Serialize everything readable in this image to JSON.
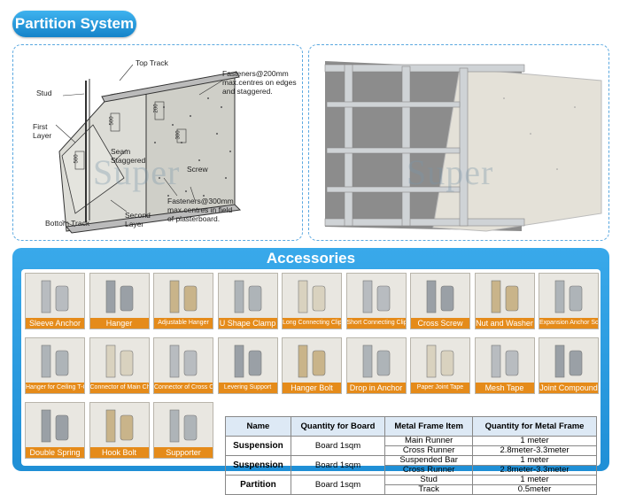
{
  "title": "Partition System",
  "watermark": "Super",
  "diagram": {
    "labels": {
      "top_track": "Top Track",
      "stud": "Stud",
      "first_layer": "First\nLayer",
      "fasteners_edges": "Fasteners@200mm\nmax.centres on edges\nand staggered.",
      "seam_staggered": "Seam\nStaggered",
      "screw": "Screw",
      "second_layer": "Second\nLayer",
      "bottom_track": "Bottom Track",
      "fasteners_field": "Fasteners@300mm\nmax.centres in field\nof plasterboard.",
      "dim_a": "500",
      "dim_b": "200",
      "dim_c": "300",
      "dim_d": "500"
    }
  },
  "accessories": {
    "title": "Accessories",
    "row1": [
      "Sleeve Anchor",
      "Hanger",
      "Adjustable Hanger",
      "U Shape Clamp",
      "Long Connecting Clip",
      "Short Connecting Clip",
      "Cross Screw",
      "Nut and Washer",
      "Expansion Anchor Screw"
    ],
    "row2": [
      "Hanger for Ceiling T-Grid",
      "Connector of Main Channel",
      "Connector of Cross Channel",
      "Levering Support",
      "Hanger Bolt",
      "Drop in Anchor",
      "Paper Joint Tape",
      "Mesh Tape",
      "Joint Compound"
    ],
    "row3": [
      "Double Spring",
      "Hook Bolt",
      "Supporter"
    ]
  },
  "table": {
    "headers": [
      "Name",
      "Quantity for Board",
      "Metal Frame Item",
      "Quantity for Metal Frame"
    ],
    "rows": [
      {
        "name": "Suspension",
        "qty_board": "Board 1sqm",
        "items": [
          "Main Runner",
          "Cross Runner"
        ],
        "qty_frame": [
          "1 meter",
          "2.8meter-3.3meter"
        ]
      },
      {
        "name": "Suspension",
        "qty_board": "Board 1sqm",
        "items": [
          "Suspended Bar",
          "Cross Runner"
        ],
        "qty_frame": [
          "1 meter",
          "2.8meter-3.3meter"
        ]
      },
      {
        "name": "Partition",
        "qty_board": "Board 1sqm",
        "items": [
          "Stud",
          "Track"
        ],
        "qty_frame": [
          "1 meter",
          "0.5meter"
        ]
      }
    ]
  }
}
